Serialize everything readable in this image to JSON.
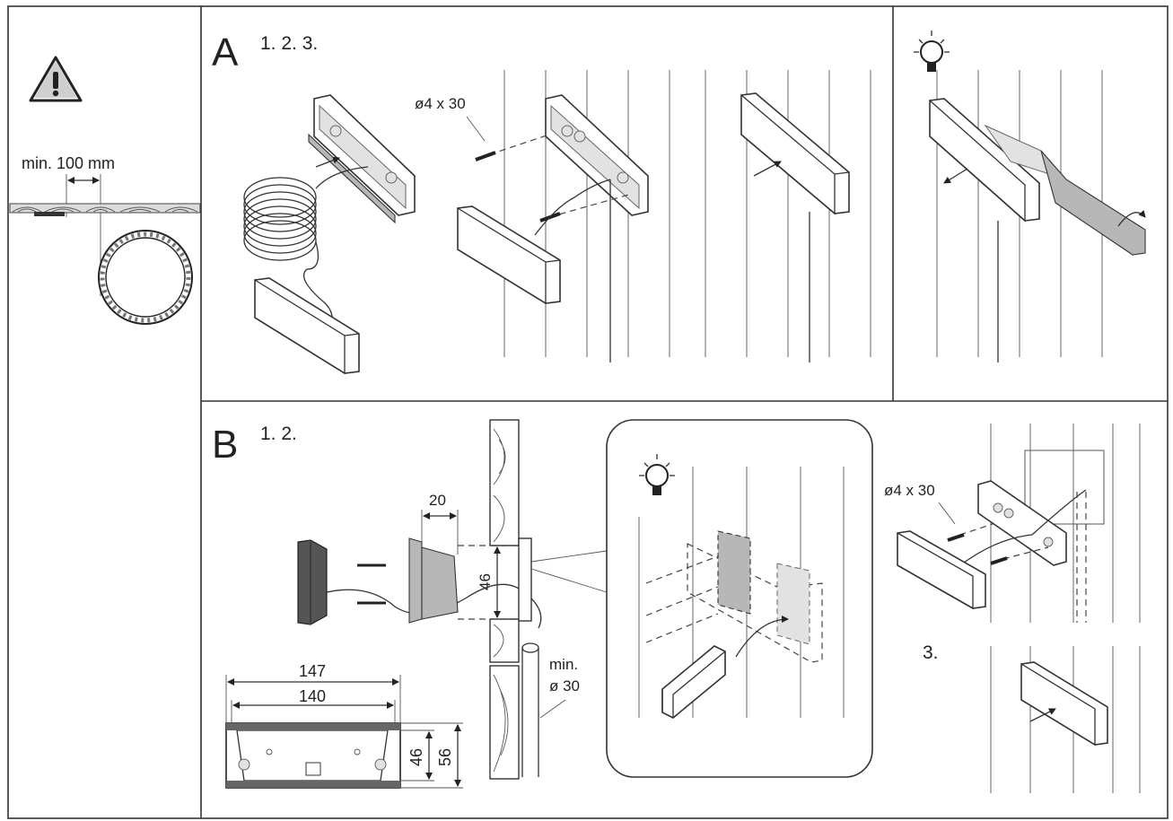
{
  "left_panel": {
    "min_distance_label": "min. 100 mm"
  },
  "section_a": {
    "letter": "A",
    "steps": "1. 2. 3.",
    "screw_label": "ø4 x 30"
  },
  "section_b": {
    "letter": "B",
    "steps": "1. 2.",
    "step3": "3.",
    "screw_label": "ø4 x 30",
    "dim_depth": "20",
    "dim_height_mount": "46",
    "hole_label_line1": "min.",
    "hole_label_line2": "ø 30",
    "dim_width_outer": "147",
    "dim_width_inner": "140",
    "dim_height_inner": "46",
    "dim_height_outer": "56"
  }
}
